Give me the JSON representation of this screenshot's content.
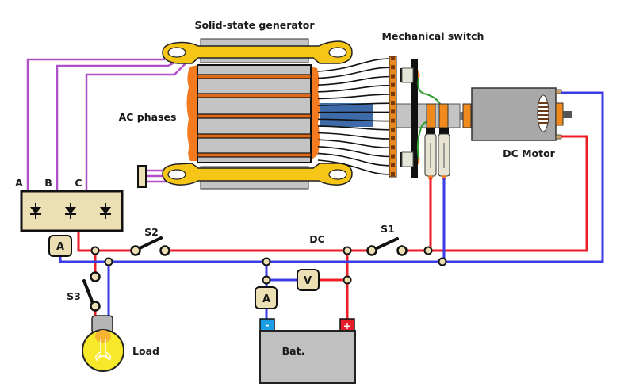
{
  "labels": {
    "generator": "Solid-state generator",
    "mechanical_switch": "Mechanical switch",
    "ac_phases": "AC phases",
    "dc_motor": "DC Motor",
    "phase_a": "A",
    "phase_b": "B",
    "phase_c": "C",
    "dc_bus": "DC",
    "s1": "S1",
    "s2": "S2",
    "s3": "S3",
    "load": "Load",
    "battery": "Bat.",
    "ammeter_main": "A",
    "ammeter_battery": "A",
    "voltmeter": "V",
    "battery_negative": "-",
    "battery_positive": "+"
  },
  "colors": {
    "positive_wire": "#ee1c24",
    "negative_wire": "#3b3be8",
    "phase_wire": "#b050c8",
    "core_gray": "#c4c4c4",
    "coil_orange": "#f47a20",
    "yoke_yellow": "#f5c518",
    "meter_beige": "#ecdfb4",
    "battery_gray": "#c0c0c0",
    "shaft_blue": "#3d6aa8",
    "brush_wire_green": "#2e9e2e",
    "bulb_yellow": "#f7e92a"
  },
  "components": {
    "rectifier_diodes": 3,
    "generator_coils": 5,
    "switch_contacts": 14
  }
}
